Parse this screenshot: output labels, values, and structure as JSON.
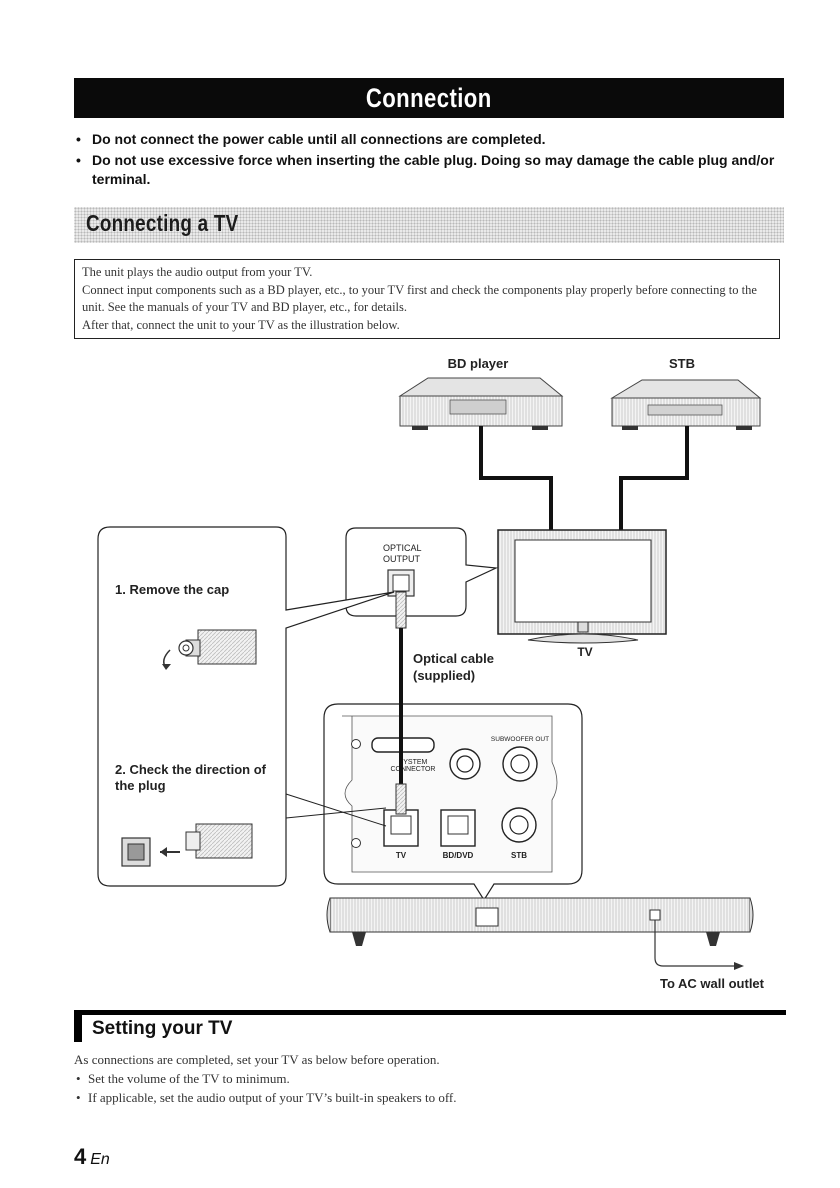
{
  "title": "Connection",
  "warnings": [
    "Do not connect the power cable until all connections are completed.",
    "Do not use excessive force when inserting the cable plug. Doing so may damage the cable plug and/or terminal."
  ],
  "section_tv": "Connecting a TV",
  "intro": [
    "The unit plays the audio output from your TV.",
    "Connect input components such as a BD player, etc., to your TV first and check the components play properly before connecting to the unit. See the manuals of your TV and BD player, etc., for details.",
    "After that, connect the unit to your TV as the illustration below."
  ],
  "diagram": {
    "bd_player": "BD player",
    "stb": "STB",
    "tv": "TV",
    "optical_output_1": "OPTICAL",
    "optical_output_2": "OUTPUT",
    "step1": "1. Remove the cap",
    "step2_1": "2. Check the direction of",
    "step2_2": "the plug",
    "optical_cable_1": "Optical cable",
    "optical_cable_2": "(supplied)",
    "subwoofer_out": "SUBWOOFER OUT",
    "system_connector_1": "SYSTEM",
    "system_connector_2": "CONNECTOR",
    "port_tv": "TV",
    "port_bddvd": "BD/DVD",
    "port_stb": "STB",
    "ac_outlet": "To AC wall outlet"
  },
  "setting": {
    "heading": "Setting your TV",
    "intro": "As connections are completed, set your TV as below before operation.",
    "items": [
      "Set the volume of the TV to minimum.",
      "If applicable, set the audio output of your TV’s built-in speakers to off."
    ]
  },
  "page": {
    "number": "4",
    "lang": "En"
  }
}
